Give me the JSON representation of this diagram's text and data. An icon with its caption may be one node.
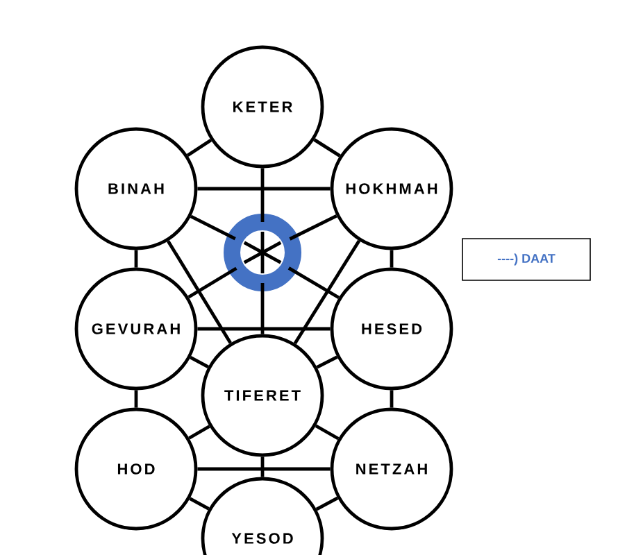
{
  "diagram": {
    "nodes": [
      {
        "text": [
          "KETER"
        ]
      },
      {
        "text": [
          "BINAH"
        ]
      },
      {
        "text": [
          "HOKHMAH"
        ]
      },
      {
        "text": [
          "GEVURAH"
        ]
      },
      {
        "text": [
          "HESED"
        ]
      },
      {
        "text": [
          "TIFERET"
        ]
      },
      {
        "text": [
          "HOD"
        ]
      },
      {
        "text": [
          "NETZAH"
        ]
      },
      {
        "text": [
          "YESOD"
        ]
      },
      {
        "text": [
          "----) DAAT"
        ]
      },
      {
        "text": [],
        "shape": "circle"
      }
    ],
    "edges": [
      {
        "from": 0,
        "to": 1,
        "arrow": "none"
      },
      {
        "from": 0,
        "to": 2,
        "arrow": "none"
      },
      {
        "from": 0,
        "to": 10,
        "arrow": "none"
      },
      {
        "from": 10,
        "to": 5,
        "arrow": "none"
      },
      {
        "from": 1,
        "to": 2,
        "arrow": "none"
      },
      {
        "from": 1,
        "to": 3,
        "arrow": "none"
      },
      {
        "from": 2,
        "to": 4,
        "arrow": "none"
      },
      {
        "from": 1,
        "to": 5,
        "arrow": "none"
      },
      {
        "from": 2,
        "to": 5,
        "arrow": "none"
      },
      {
        "from": 1,
        "to": 10,
        "arrow": "none"
      },
      {
        "from": 10,
        "to": 4,
        "arrow": "none"
      },
      {
        "from": 2,
        "to": 10,
        "arrow": "none"
      },
      {
        "from": 10,
        "to": 3,
        "arrow": "none"
      },
      {
        "from": 3,
        "to": 4,
        "arrow": "none"
      },
      {
        "from": 3,
        "to": 5,
        "arrow": "none"
      },
      {
        "from": 4,
        "to": 5,
        "arrow": "none"
      },
      {
        "from": 3,
        "to": 6,
        "arrow": "none"
      },
      {
        "from": 4,
        "to": 7,
        "arrow": "none"
      },
      {
        "from": 5,
        "to": 8,
        "arrow": "none"
      },
      {
        "from": 6,
        "to": 7,
        "arrow": "none"
      },
      {
        "from": 6,
        "to": 5,
        "arrow": "none"
      },
      {
        "from": 7,
        "to": 5,
        "arrow": "none"
      },
      {
        "from": 6,
        "to": 8,
        "arrow": "none"
      },
      {
        "from": 7,
        "to": 8,
        "arrow": "none"
      }
    ]
  }
}
